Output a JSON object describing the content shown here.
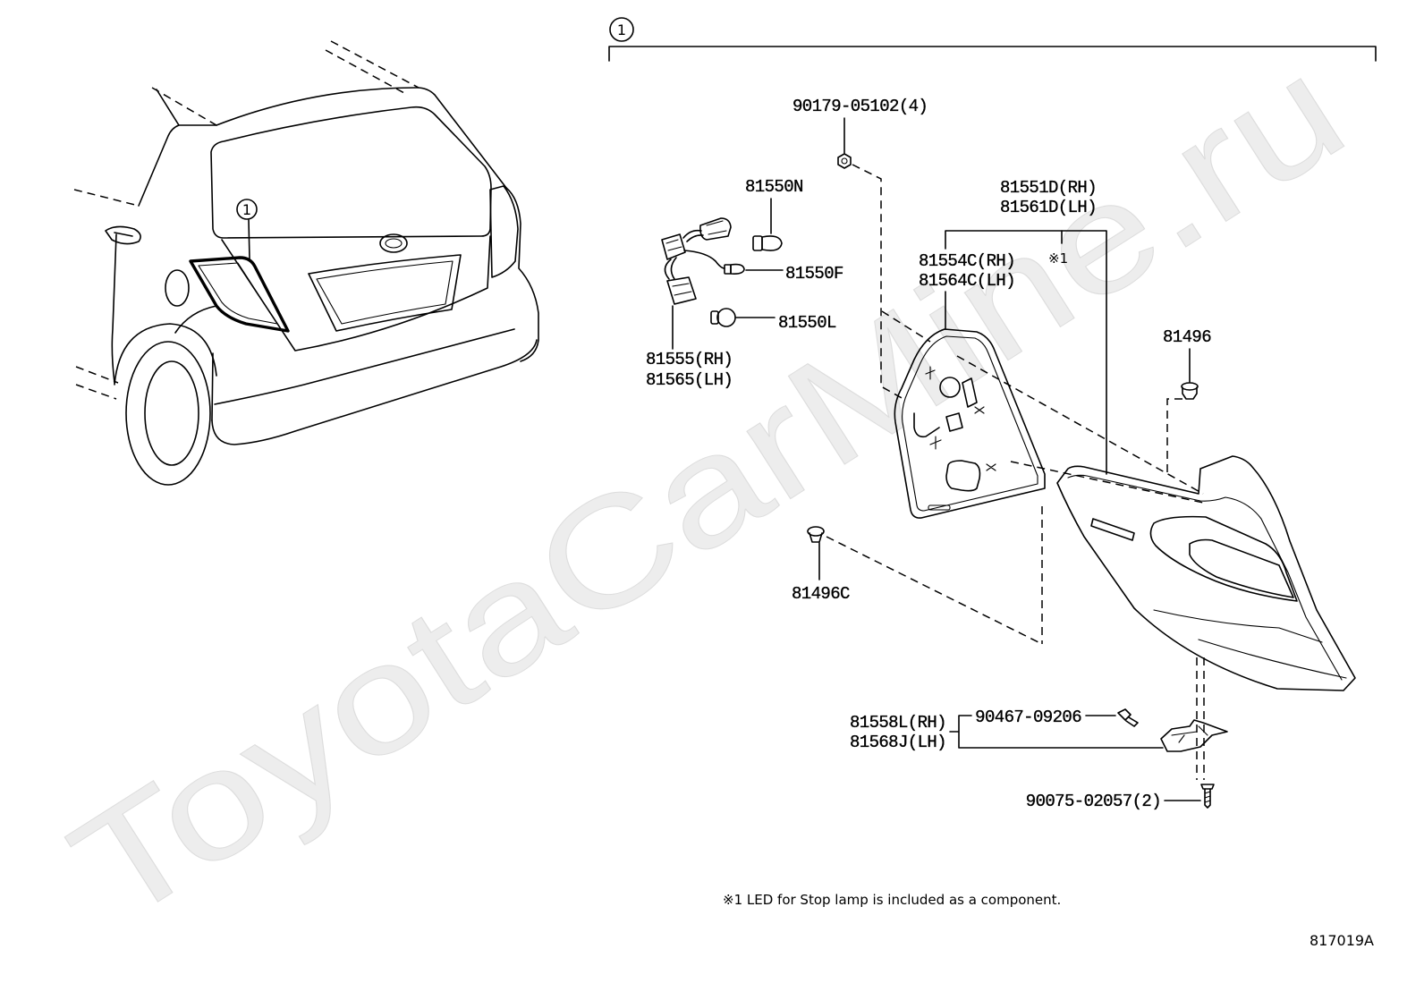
{
  "callouts": {
    "assembly": "1",
    "vehicle": "1"
  },
  "labels": {
    "p90179": "90179-05102(4)",
    "p81550N": "81550N",
    "p81550F": "81550F",
    "p81550L": "81550L",
    "p81555": "81555(RH)",
    "p81565": "81565(LH)",
    "p81551D": "81551D(RH)",
    "p81561D": "81561D(LH)",
    "note_ref": "※1",
    "p81554C": "81554C(RH)",
    "p81564C": "81564C(LH)",
    "p81496": "81496",
    "p81496C": "81496C",
    "p81558L": "81558L(RH)",
    "p81568J": "81568J(LH)",
    "p90467": "90467-09206",
    "p90075": "90075-02057(2)"
  },
  "footnote": "※1 LED for Stop lamp is included as a component.",
  "figure_number": "817019A",
  "watermark": "ToyotaCarMine.ru",
  "colors": {
    "line": "#000000",
    "background": "#ffffff",
    "watermark": "#ededed"
  }
}
